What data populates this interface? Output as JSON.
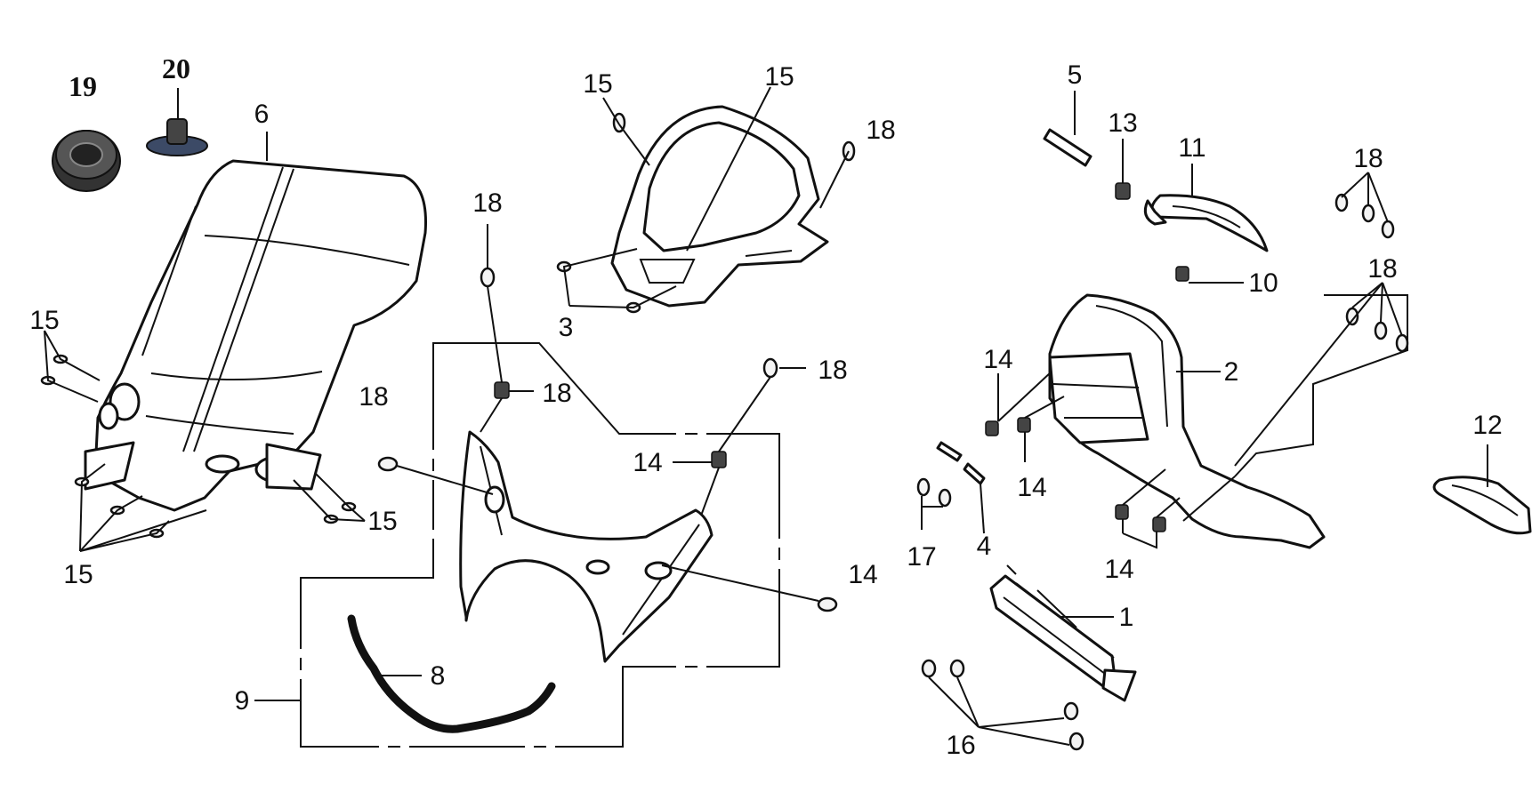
{
  "callouts": [
    {
      "id": "c19",
      "label": "19"
    },
    {
      "id": "c20",
      "label": "20"
    },
    {
      "id": "c6",
      "label": "6"
    },
    {
      "id": "c15a",
      "label": "15"
    },
    {
      "id": "c15b",
      "label": "15"
    },
    {
      "id": "c15c",
      "label": "15"
    },
    {
      "id": "c15d",
      "label": "15"
    },
    {
      "id": "c15e",
      "label": "15"
    },
    {
      "id": "c18a",
      "label": "18"
    },
    {
      "id": "c3",
      "label": "3"
    },
    {
      "id": "c18b",
      "label": "18"
    },
    {
      "id": "c18c",
      "label": "18"
    },
    {
      "id": "c18d",
      "label": "18"
    },
    {
      "id": "c14a",
      "label": "14"
    },
    {
      "id": "c18e",
      "label": "18"
    },
    {
      "id": "c14b",
      "label": "14"
    },
    {
      "id": "c8",
      "label": "8"
    },
    {
      "id": "c9",
      "label": "9"
    },
    {
      "id": "c5",
      "label": "5"
    },
    {
      "id": "c13",
      "label": "13"
    },
    {
      "id": "c11",
      "label": "11"
    },
    {
      "id": "c18f",
      "label": "18"
    },
    {
      "id": "c10",
      "label": "10"
    },
    {
      "id": "c18g",
      "label": "18"
    },
    {
      "id": "c14c",
      "label": "14"
    },
    {
      "id": "c2",
      "label": "2"
    },
    {
      "id": "c14d",
      "label": "14"
    },
    {
      "id": "c17",
      "label": "17"
    },
    {
      "id": "c4",
      "label": "4"
    },
    {
      "id": "c14e",
      "label": "14"
    },
    {
      "id": "c12",
      "label": "12"
    },
    {
      "id": "c1",
      "label": "1"
    },
    {
      "id": "c16",
      "label": "16"
    }
  ]
}
